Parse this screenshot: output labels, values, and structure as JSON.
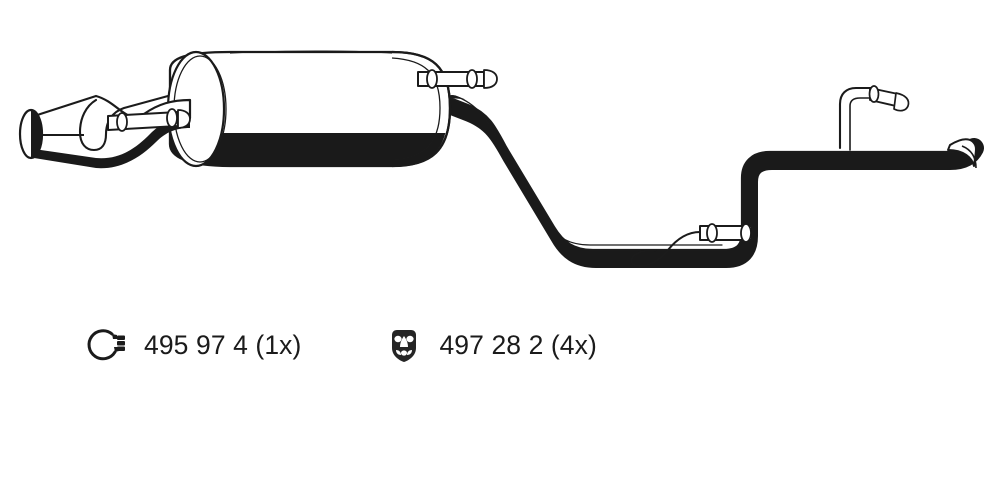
{
  "page": {
    "background_color": "#ffffff",
    "ink_color": "#1b1b1b",
    "shadow_color": "#1a1a1a",
    "body_fill": "#ffffff"
  },
  "diagram": {
    "title": "Exhaust system rear silencer assembly",
    "parts": [
      {
        "name": "tailpipe-tip",
        "description": "angled cut chrome tail pipe tip at left end"
      },
      {
        "name": "muffler-body",
        "description": "oval rear silencer canister"
      },
      {
        "name": "mid-pipe",
        "description": "S-shaped connecting pipe to front of vehicle"
      },
      {
        "name": "hanger-bracket-left",
        "description": "rubber mount hanger rod near tail pipe"
      },
      {
        "name": "hanger-bracket-muffler-rear",
        "description": "hanger rod on rear of silencer"
      },
      {
        "name": "hanger-bracket-mid",
        "description": "hanger rod on lower mid pipe"
      },
      {
        "name": "hanger-bracket-right",
        "description": "L shaped hanger rod at S bend"
      },
      {
        "name": "inlet-end",
        "description": "front pipe inlet end, angled cut"
      }
    ]
  },
  "legend": {
    "items": [
      {
        "icon": "exhaust-clamp-icon",
        "icon_description": "open ring clamp with bolt",
        "label": "495 97 4 (1x)",
        "part_number": "495 97 4",
        "quantity": "1x"
      },
      {
        "icon": "rubber-hanger-mount-icon",
        "icon_description": "solid rubber exhaust mount with cut-out holes",
        "label": "497 28 2 (4x)",
        "part_number": "497 28 2",
        "quantity": "4x"
      }
    ]
  }
}
